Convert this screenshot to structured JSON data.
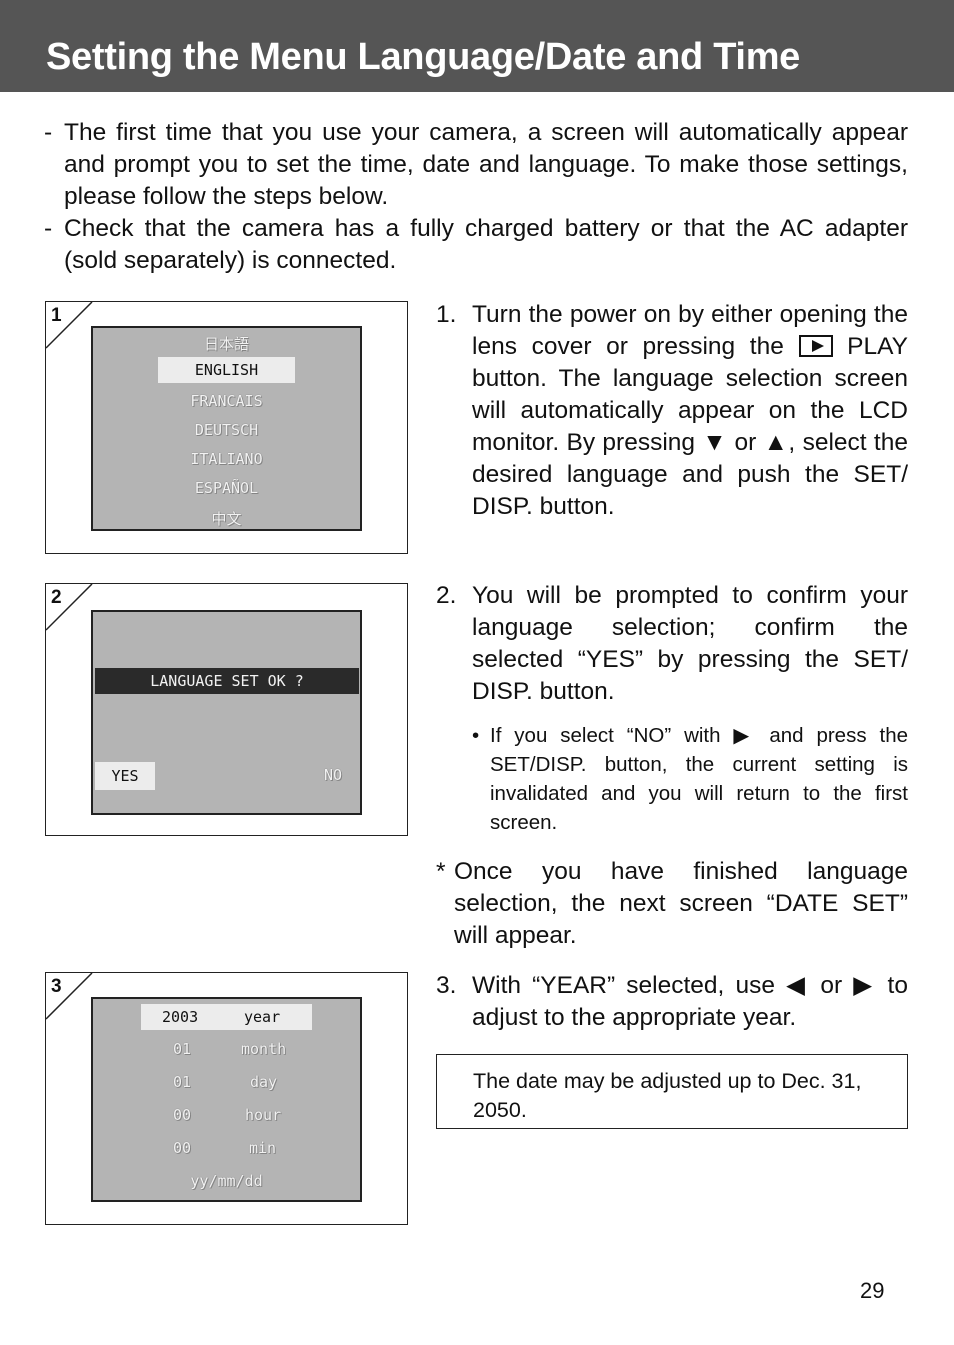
{
  "title": "Setting the Menu Language/Date and Time",
  "intro": [
    {
      "marker": "-",
      "text": "The first time that you use your camera, a screen will automatically appear and prompt you to set the time, date and language. To make those settings, please follow the steps below."
    },
    {
      "marker": "-",
      "text": "Check that the camera has a fully charged battery or that the AC adapter (sold separately) is connected."
    }
  ],
  "screens": {
    "s1": {
      "number": "1",
      "languages": [
        "日本語",
        "ENGLISH",
        "FRANCAIS",
        "DEUTSCH",
        "ITALIANO",
        "ESPAÑOL",
        "中文"
      ],
      "selected_index": 1
    },
    "s2": {
      "number": "2",
      "prompt": "LANGUAGE SET OK ?",
      "yes": "YES",
      "no": "NO"
    },
    "s3": {
      "number": "3",
      "rows": [
        {
          "value": "2003",
          "label": "year"
        },
        {
          "value": "01",
          "label": "month"
        },
        {
          "value": "01",
          "label": "day"
        },
        {
          "value": "00",
          "label": "hour"
        },
        {
          "value": "00",
          "label": "min"
        }
      ],
      "format": "yy/mm/dd"
    }
  },
  "steps": {
    "s1": {
      "num": "1.",
      "text_a": "Turn the power on by either opening the lens cover or pressing the",
      "text_b": "PLAY button. The language selection screen will automatically appear on the LCD monitor. By pressing ▼ or ▲, select the desired language and push the SET/ DISP. button."
    },
    "s2": {
      "num": "2.",
      "text": "You will be prompted to confirm your language selection; confirm the selected “YES” by pressing the SET/ DISP. button."
    },
    "s3": {
      "num": "3.",
      "text": "With “YEAR” selected, use ◀ or ▶ to adjust to the appropriate year."
    }
  },
  "bullet": {
    "marker": "•",
    "text": "If you select “NO” with ▶ and press the SET/DISP. button, the current setting is invalidated and you will return to the first screen."
  },
  "note": {
    "marker": "*",
    "text": "Once you have finished language selection, the next screen “DATE SET” will appear."
  },
  "infobox": "The date may be adjusted up to Dec. 31, 2050.",
  "page_number": "29",
  "icons": {
    "play": "play-icon"
  }
}
